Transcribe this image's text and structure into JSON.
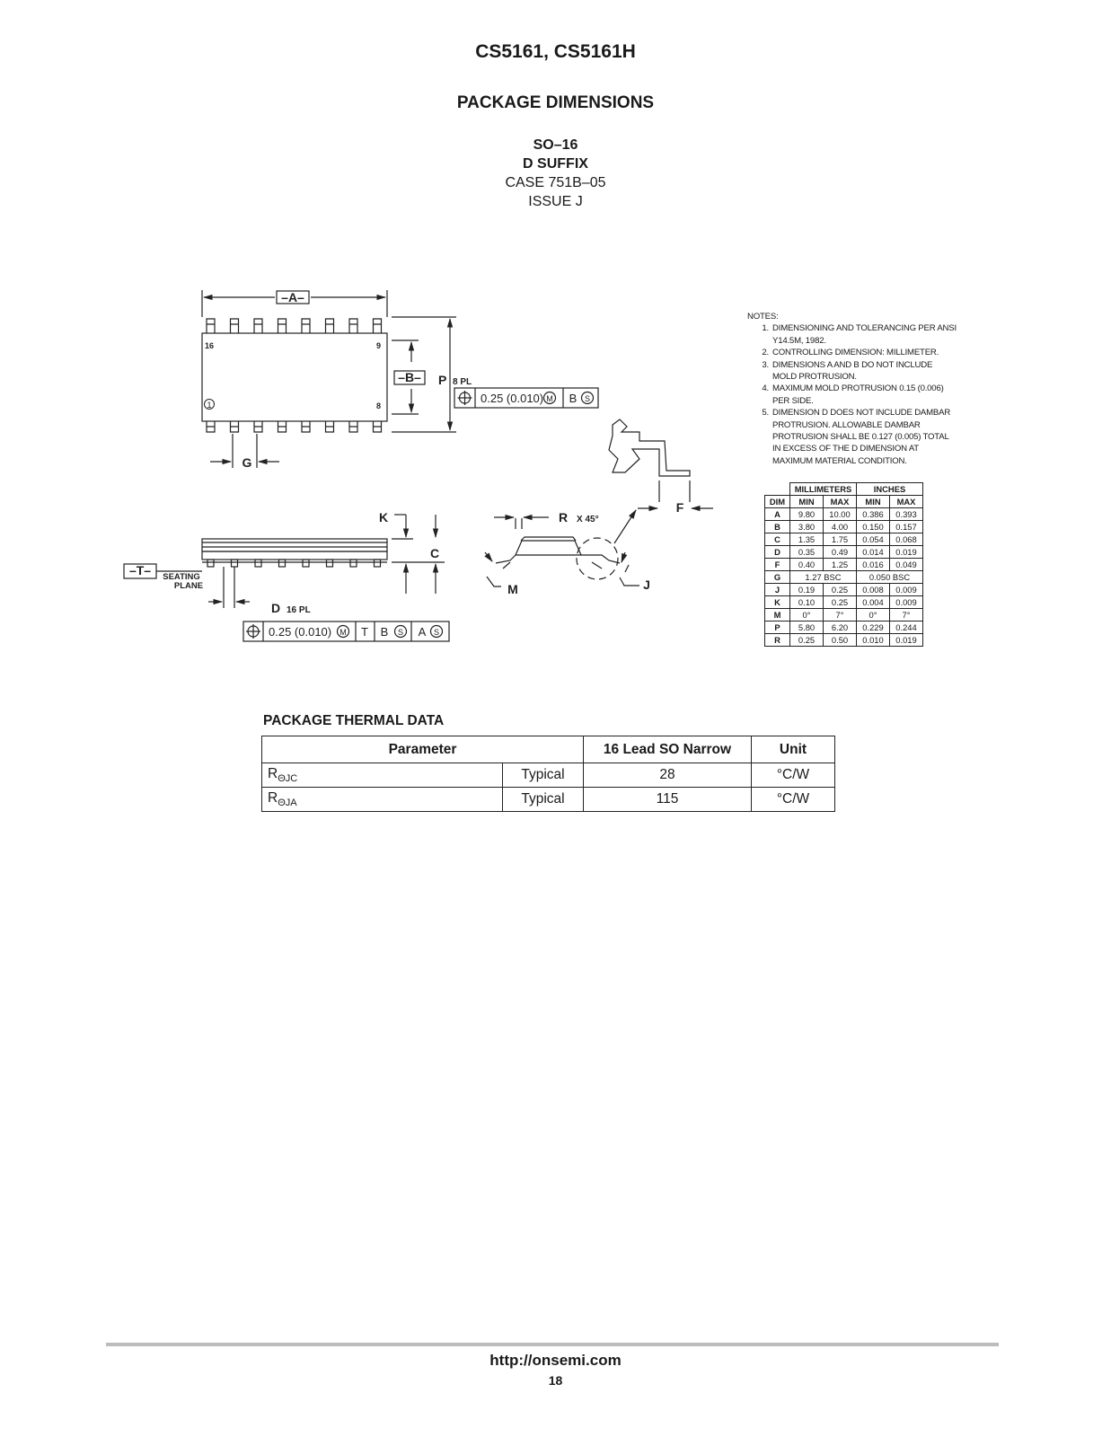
{
  "header": {
    "title": "CS5161, CS5161H",
    "section": "PACKAGE DIMENSIONS"
  },
  "package": {
    "name": "SO–16",
    "suffix": "D SUFFIX",
    "case": "CASE 751B–05",
    "issue": "ISSUE J"
  },
  "drawing": {
    "label_a": "–A–",
    "label_b": "–B–",
    "label_t": "–T–",
    "label_p": "P",
    "label_p_note": "8 PL",
    "label_g": "G",
    "label_k": "K",
    "label_c": "C",
    "label_d": "D",
    "label_d_note": "16 PL",
    "label_r": "R",
    "label_r_note": "X 45°",
    "label_f": "F",
    "label_m": "M",
    "label_j": "J",
    "seating": "SEATING",
    "plane": "PLANE",
    "pin16": "16",
    "pin9": "9",
    "pin1": "1",
    "pin8": "8",
    "fcf_top": {
      "tol": "0.25 (0.010)",
      "mod": "M",
      "d1": "B",
      "d1m": "S"
    },
    "fcf_bottom": {
      "tol": "0.25 (0.010)",
      "mod": "M",
      "d1": "T",
      "d2": "B",
      "d2m": "S",
      "d3": "A",
      "d3m": "S"
    }
  },
  "notes": {
    "heading": "NOTES:",
    "items": [
      {
        "n": "1.",
        "l1": "DIMENSIONING AND TOLERANCING PER ANSI",
        "l2": "Y14.5M, 1982."
      },
      {
        "n": "2.",
        "l1": "CONTROLLING DIMENSION: MILLIMETER.",
        "l2": ""
      },
      {
        "n": "3.",
        "l1": "DIMENSIONS A AND B DO NOT INCLUDE",
        "l2": "MOLD PROTRUSION."
      },
      {
        "n": "4.",
        "l1": "MAXIMUM MOLD PROTRUSION 0.15 (0.006)",
        "l2": "PER SIDE."
      },
      {
        "n": "5.",
        "l1": "DIMENSION D DOES NOT INCLUDE DAMBAR",
        "l2": "PROTRUSION.  ALLOWABLE DAMBAR",
        "l3": "PROTRUSION SHALL BE 0.127 (0.005) TOTAL",
        "l4": "IN EXCESS OF THE D DIMENSION AT",
        "l5": "MAXIMUM MATERIAL CONDITION."
      }
    ]
  },
  "dim_table": {
    "group_mm": "MILLIMETERS",
    "group_in": "INCHES",
    "h_dim": "DIM",
    "h_min": "MIN",
    "h_max": "MAX",
    "rows": [
      {
        "d": "A",
        "a": "9.80",
        "b": "10.00",
        "c": "0.386",
        "e": "0.393"
      },
      {
        "d": "B",
        "a": "3.80",
        "b": "4.00",
        "c": "0.150",
        "e": "0.157"
      },
      {
        "d": "C",
        "a": "1.35",
        "b": "1.75",
        "c": "0.054",
        "e": "0.068"
      },
      {
        "d": "D",
        "a": "0.35",
        "b": "0.49",
        "c": "0.014",
        "e": "0.019"
      },
      {
        "d": "F",
        "a": "0.40",
        "b": "1.25",
        "c": "0.016",
        "e": "0.049"
      },
      {
        "d": "G",
        "mm": "1.27 BSC",
        "in": "0.050 BSC"
      },
      {
        "d": "J",
        "a": "0.19",
        "b": "0.25",
        "c": "0.008",
        "e": "0.009"
      },
      {
        "d": "K",
        "a": "0.10",
        "b": "0.25",
        "c": "0.004",
        "e": "0.009"
      },
      {
        "d": "M",
        "a": "0°",
        "b": "7°",
        "c": "0°",
        "e": "7°"
      },
      {
        "d": "P",
        "a": "5.80",
        "b": "6.20",
        "c": "0.229",
        "e": "0.244"
      },
      {
        "d": "R",
        "a": "0.25",
        "b": "0.50",
        "c": "0.010",
        "e": "0.019"
      }
    ]
  },
  "thermal": {
    "title": "PACKAGE THERMAL DATA",
    "headers": {
      "param": "Parameter",
      "pkg": "16 Lead SO Narrow",
      "unit": "Unit"
    },
    "rows": [
      {
        "sym": "R",
        "sub": "ΘJC",
        "type": "Typical",
        "value": "28",
        "unit": "°C/W"
      },
      {
        "sym": "R",
        "sub": "ΘJA",
        "type": "Typical",
        "value": "115",
        "unit": "°C/W"
      }
    ]
  },
  "footer": {
    "url": "http://onsemi.com",
    "page": "18"
  }
}
